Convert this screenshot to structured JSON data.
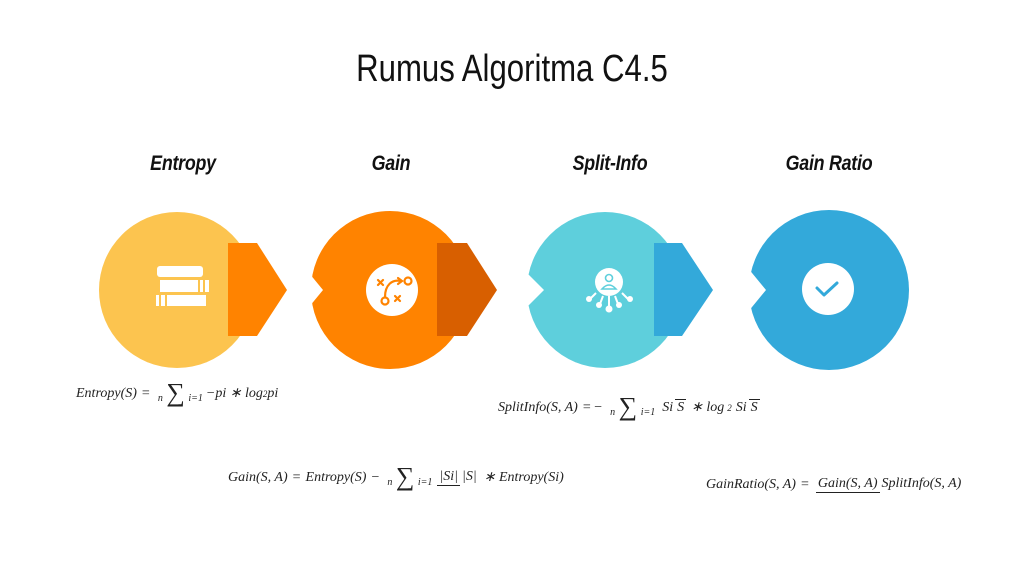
{
  "title": "Rumus Algoritma C4.5",
  "steps": [
    {
      "label": "Entropy",
      "color": "#fcc44f",
      "chevron": "#ff8300",
      "icon": "books-icon"
    },
    {
      "label": "Gain",
      "color": "#ff8300",
      "chevron": "#d85f00",
      "icon": "strategy-icon"
    },
    {
      "label": "Split-Info",
      "color": "#5ecfdc",
      "chevron": "#33a9da",
      "icon": "user-network-icon"
    },
    {
      "label": "Gain Ratio",
      "color": "#33a9da",
      "icon": "check-icon"
    }
  ],
  "formulas": {
    "entropy": {
      "lhs": "Entropy(S)",
      "eq": "=",
      "sum_top": "n",
      "sum_sym": "∑",
      "sum_bot": "i=1",
      "body": "−pi ∗ log",
      "sub": "2",
      "tail": " pi"
    },
    "split_info": {
      "lhs": "SplitInfo(S, A)",
      "eq": "= −",
      "sum_top": "n",
      "sum_sym": "∑",
      "sum_bot": "i=1",
      "num1": "Si",
      "den1": "S",
      "mid": "∗ log",
      "sub": "2",
      "num2": "Si",
      "den2": "S"
    },
    "gain": {
      "lhs": "Gain(S, A)",
      "eq": "=",
      "term": "Entropy(S)",
      "minus": "−",
      "sum_top": "n",
      "sum_sym": "∑",
      "sum_bot": "i=1",
      "num": "|Si|",
      "den": "|S|",
      "tail": "∗ Entropy(Si)"
    },
    "gain_ratio": {
      "lhs": "GainRatio(S, A)",
      "eq": "=",
      "num": "Gain(S, A)",
      "den": "SplitInfo(S, A)"
    }
  }
}
